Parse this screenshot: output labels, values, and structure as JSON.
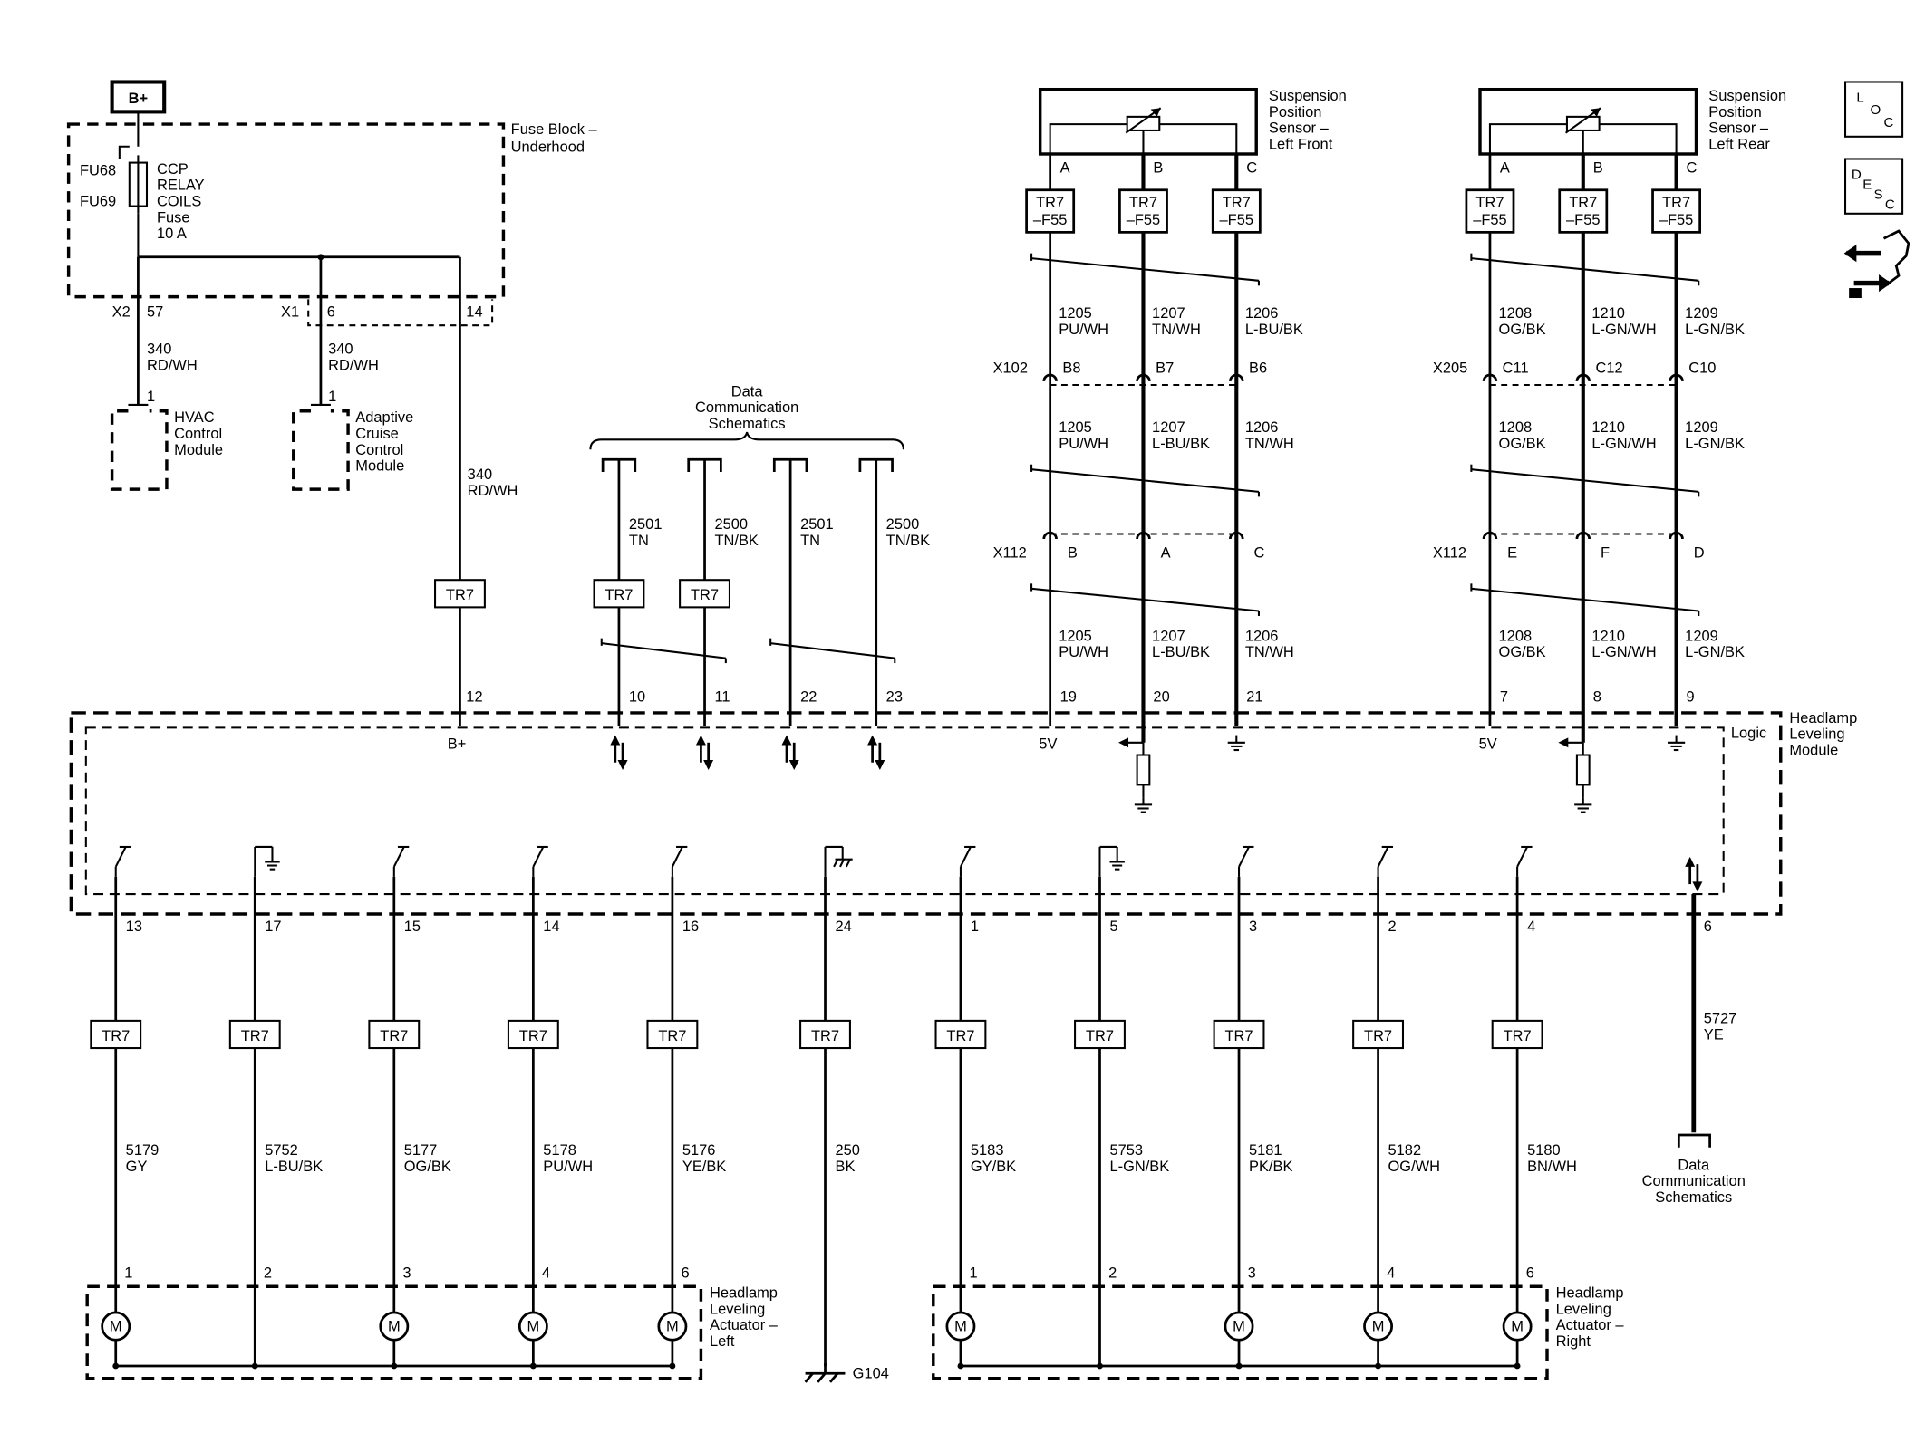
{
  "power": {
    "label": "B+"
  },
  "fuse_block": {
    "title_1": "Fuse Block –",
    "title_2": "Underhood",
    "fuse_ids": [
      "FU68",
      "FU69"
    ],
    "fuse_desc": [
      "CCP",
      "RELAY",
      "COILS",
      "Fuse",
      "10 A"
    ],
    "x2": "X2",
    "x2_pin": "57",
    "x1": "X1",
    "x1_pin": "6",
    "pin14": "14"
  },
  "hvac": {
    "wire": [
      "340",
      "RD/WH"
    ],
    "pin": "1",
    "label": [
      "HVAC",
      "Control",
      "Module"
    ]
  },
  "acc": {
    "wire": [
      "340",
      "RD/WH"
    ],
    "pin": "1",
    "label": [
      "Adaptive",
      "Cruise",
      "Control",
      "Module"
    ]
  },
  "b_plus_wire": [
    "340",
    "RD/WH"
  ],
  "tr7": "TR7",
  "tr7_f55": [
    "TR7",
    "–F55"
  ],
  "data_comm": [
    "Data",
    "Communication",
    "Schematics"
  ],
  "data_wires": [
    {
      "circuit": "2501",
      "color": "TN"
    },
    {
      "circuit": "2500",
      "color": "TN/BK"
    },
    {
      "circuit": "2501",
      "color": "TN"
    },
    {
      "circuit": "2500",
      "color": "TN/BK"
    }
  ],
  "sensor_lf": {
    "label": [
      "Suspension",
      "Position",
      "Sensor –",
      "Left Front"
    ],
    "pins": [
      "A",
      "B",
      "C"
    ],
    "wires_top": [
      [
        "1205",
        "PU/WH"
      ],
      [
        "1207",
        "TN/WH"
      ],
      [
        "1206",
        "L-BU/BK"
      ]
    ],
    "conn1": "X102",
    "conn1_pins": [
      "B8",
      "B7",
      "B6"
    ],
    "wires_mid": [
      [
        "1205",
        "PU/WH"
      ],
      [
        "1207",
        "L-BU/BK"
      ],
      [
        "1206",
        "TN/WH"
      ]
    ],
    "conn2": "X112",
    "conn2_pins": [
      "B",
      "A",
      "C"
    ],
    "wires_bot": [
      [
        "1205",
        "PU/WH"
      ],
      [
        "1207",
        "L-BU/BK"
      ],
      [
        "1206",
        "TN/WH"
      ]
    ]
  },
  "sensor_lr": {
    "label": [
      "Suspension",
      "Position",
      "Sensor –",
      "Left Rear"
    ],
    "pins": [
      "A",
      "B",
      "C"
    ],
    "wires_top": [
      [
        "1208",
        "OG/BK"
      ],
      [
        "1210",
        "L-GN/WH"
      ],
      [
        "1209",
        "L-GN/BK"
      ]
    ],
    "conn1": "X205",
    "conn1_pins": [
      "C11",
      "C12",
      "C10"
    ],
    "wires_mid": [
      [
        "1208",
        "OG/BK"
      ],
      [
        "1210",
        "L-GN/WH"
      ],
      [
        "1209",
        "L-GN/BK"
      ]
    ],
    "conn2": "X112",
    "conn2_pins": [
      "E",
      "F",
      "D"
    ],
    "wires_bot": [
      [
        "1208",
        "OG/BK"
      ],
      [
        "1210",
        "L-GN/WH"
      ],
      [
        "1209",
        "L-GN/BK"
      ]
    ]
  },
  "module": {
    "title": [
      "Headlamp",
      "Leveling",
      "Module"
    ],
    "logic": "Logic",
    "top_pins": [
      "12",
      "10",
      "11",
      "22",
      "23",
      "19",
      "20",
      "21",
      "7",
      "8",
      "9"
    ],
    "b_plus": "B+",
    "five_v": "5V",
    "bottom_pins": [
      "13",
      "17",
      "15",
      "14",
      "16",
      "24",
      "1",
      "5",
      "3",
      "2",
      "4",
      "6"
    ]
  },
  "bottom_wires": [
    [
      "5179",
      "GY"
    ],
    [
      "5752",
      "L-BU/BK"
    ],
    [
      "5177",
      "OG/BK"
    ],
    [
      "5178",
      "PU/WH"
    ],
    [
      "5176",
      "YE/BK"
    ],
    [
      "250",
      "BK"
    ],
    [
      "5183",
      "GY/BK"
    ],
    [
      "5753",
      "L-GN/BK"
    ],
    [
      "5181",
      "PK/BK"
    ],
    [
      "5182",
      "OG/WH"
    ],
    [
      "5180",
      "BN/WH"
    ]
  ],
  "data_wire_6": [
    "5727",
    "YE"
  ],
  "actuator_left": {
    "label": [
      "Headlamp",
      "Leveling",
      "Actuator –",
      "Left"
    ],
    "pins": [
      "1",
      "2",
      "3",
      "4",
      "6"
    ]
  },
  "actuator_right": {
    "label": [
      "Headlamp",
      "Leveling",
      "Actuator –",
      "Right"
    ],
    "pins": [
      "1",
      "2",
      "3",
      "4",
      "6"
    ]
  },
  "motor": "M",
  "ground": "G104",
  "side_icons": {
    "loc": [
      "L",
      "O",
      "C"
    ],
    "desc": [
      "D",
      "E",
      "S",
      "C"
    ]
  }
}
